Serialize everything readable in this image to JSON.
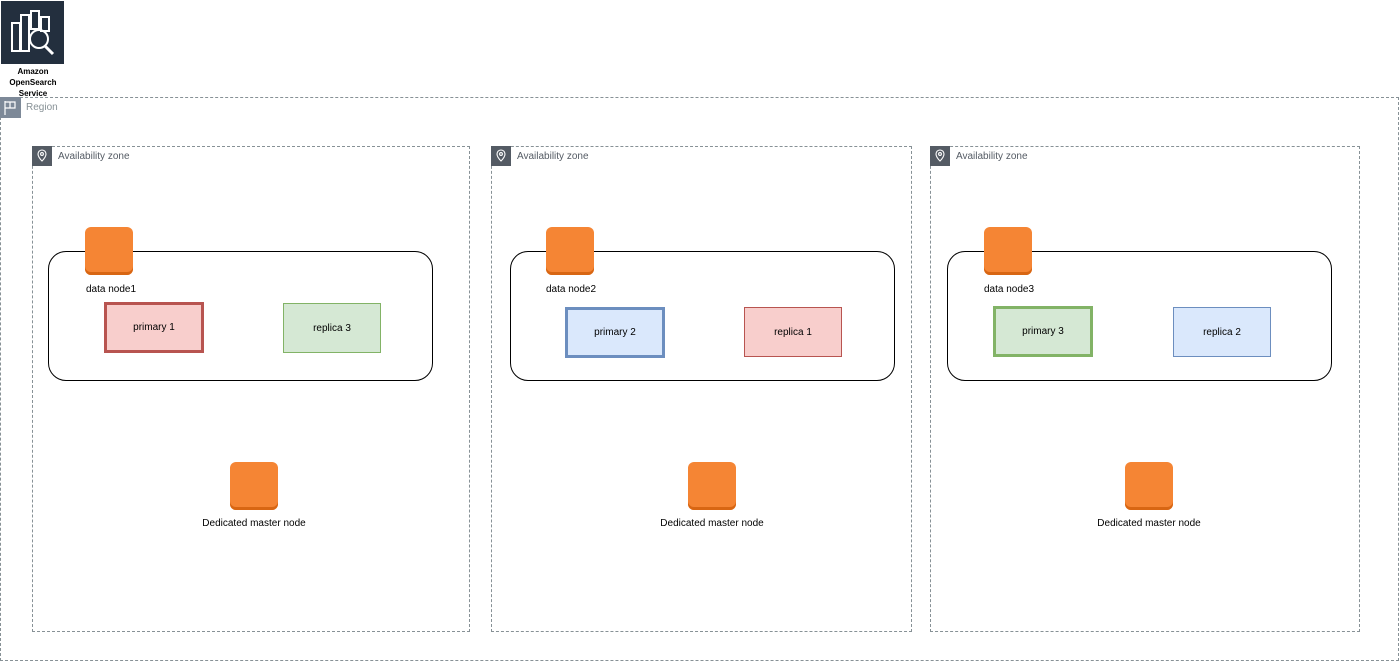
{
  "service": {
    "label_line1": "Amazon",
    "label_line2": "OpenSearch",
    "label_line3": "Service",
    "icon": "opensearch-icon"
  },
  "region": {
    "label": "Region",
    "icon": "region-flag-icon"
  },
  "zones": [
    {
      "label": "Availability zone",
      "data_node": "data node1",
      "primary": "primary 1",
      "replica": "replica 3",
      "master": "Dedicated master node"
    },
    {
      "label": "Availability zone",
      "data_node": "data node2",
      "primary": "primary 2",
      "replica": "replica 1",
      "master": "Dedicated master node"
    },
    {
      "label": "Availability zone",
      "data_node": "data node3",
      "primary": "primary 3",
      "replica": "replica 2",
      "master": "Dedicated master node"
    }
  ],
  "colors": {
    "shard_red": "#f8cecc",
    "shard_blue": "#dae8fc",
    "shard_green": "#d5e8d4",
    "instance_orange": "#f58534",
    "service_dark": "#232f3e"
  }
}
